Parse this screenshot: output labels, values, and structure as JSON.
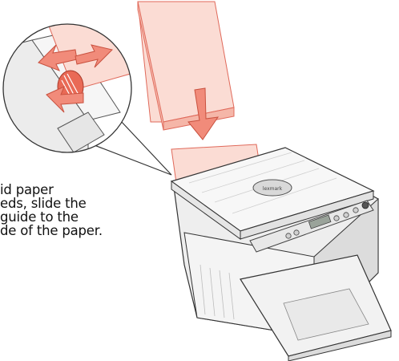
{
  "caption": {
    "lines": [
      "id paper",
      "eds, slide the",
      "guide to the",
      "de of the paper."
    ]
  },
  "printer": {
    "lid_badge": "lexmark"
  },
  "colors": {
    "paper_fill": "#fbdcd4",
    "paper_edge": "#e0695a",
    "arrow_fill": "#f18b7a",
    "printer_body": "#f1f1f1",
    "outline": "#333333"
  }
}
